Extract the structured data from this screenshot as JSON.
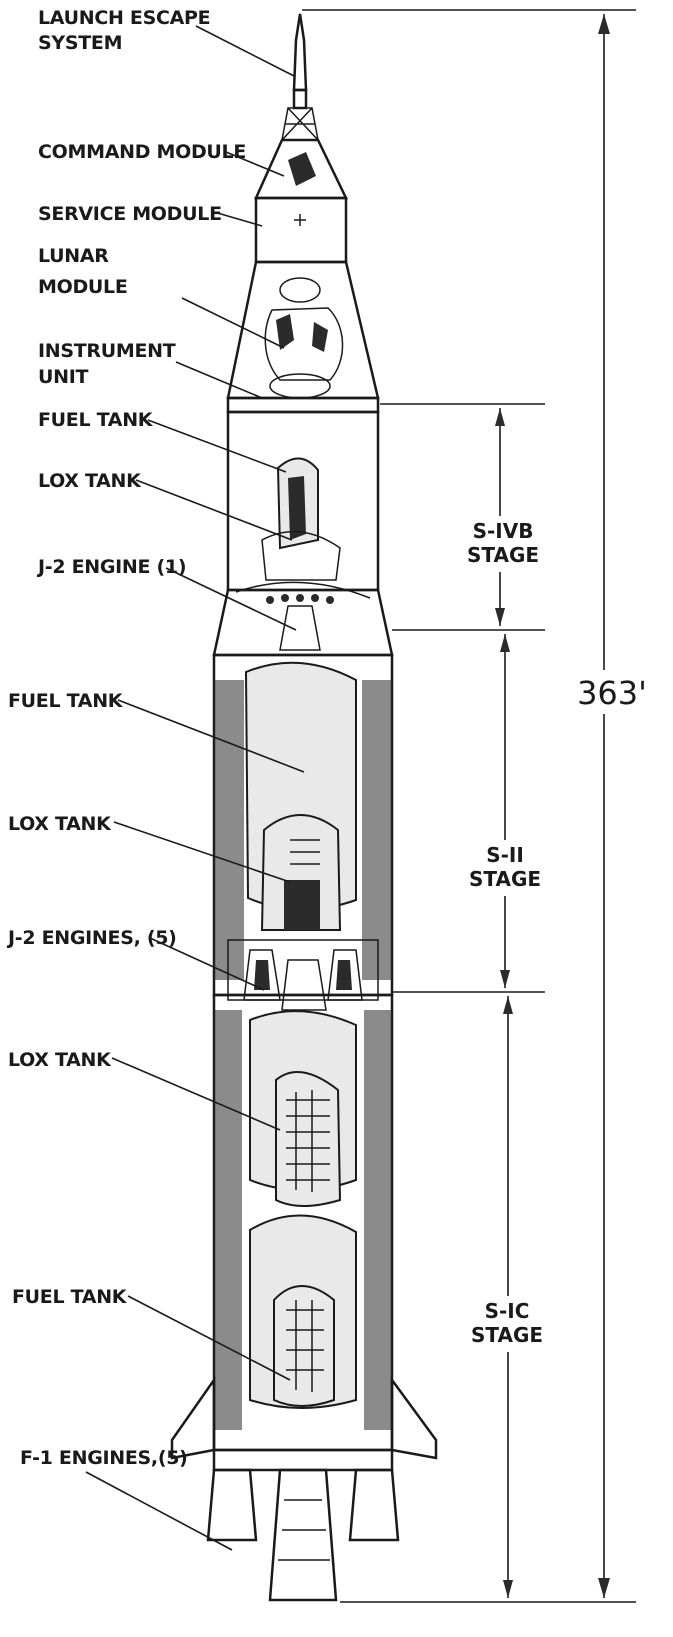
{
  "labels": {
    "launch_escape_line1": "LAUNCH ESCAPE",
    "launch_escape_line2": "SYSTEM",
    "command_module": "COMMAND MODULE",
    "service_module": "SERVICE MODULE",
    "lunar_line1": "LUNAR",
    "lunar_line2": "MODULE",
    "instrument_line1": "INSTRUMENT",
    "instrument_line2": "UNIT",
    "fuel_tank_upper": "FUEL TANK",
    "lox_tank_upper": "LOX TANK",
    "j2_engine_single": "J-2 ENGINE (1)",
    "fuel_tank_middle": "FUEL TANK",
    "lox_tank_middle": "LOX TANK",
    "j2_engines_five": "J-2 ENGINES, (5)",
    "lox_tank_lower": "LOX TANK",
    "fuel_tank_lower": "FUEL TANK",
    "f1_engines": "F-1 ENGINES,(5)"
  },
  "stages": {
    "sivb_line1": "S-IVB",
    "sivb_line2": "STAGE",
    "sii_line1": "S-II",
    "sii_line2": "STAGE",
    "sic_line1": "S-IC",
    "sic_line2": "STAGE"
  },
  "overall_height": "363'"
}
